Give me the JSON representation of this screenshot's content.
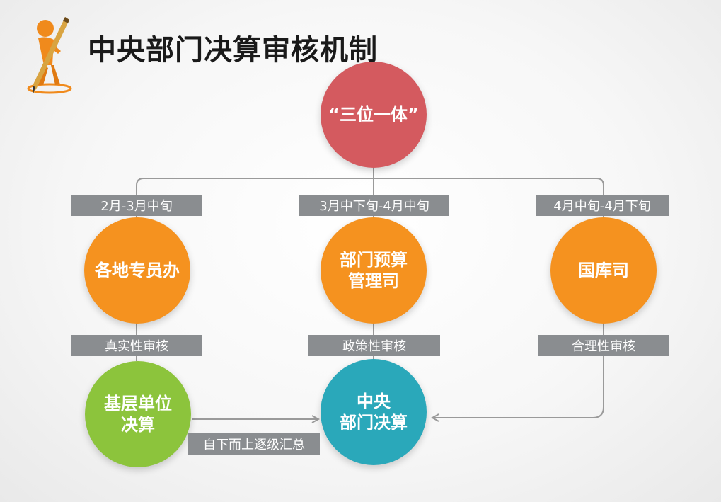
{
  "title": "中央部门决算审核机制",
  "colors": {
    "red": "#d45a5f",
    "orange": "#f5921f",
    "green": "#8cc43c",
    "teal": "#2aa8ba",
    "tag_gray": "#8a8d90",
    "line_gray": "#9a9a9a"
  },
  "icons": {
    "mascot": "pencil-figure-icon"
  },
  "top_node": {
    "label": "“三位一体”"
  },
  "time_tags": [
    "2月-3月中旬",
    "3月中下旬-4月中旬",
    "4月中旬-4月下旬"
  ],
  "reviewers": [
    {
      "lines": [
        "各地专员办"
      ]
    },
    {
      "lines": [
        "部门预算",
        "管理司"
      ]
    },
    {
      "lines": [
        "国库司"
      ]
    }
  ],
  "review_tags": [
    "真实性审核",
    "政策性审核",
    "合理性审核"
  ],
  "base_node": {
    "lines": [
      "基层单位",
      "决算"
    ]
  },
  "central_node": {
    "lines": [
      "中央",
      "部门决算"
    ]
  },
  "flow_tag": "自下而上逐级汇总"
}
